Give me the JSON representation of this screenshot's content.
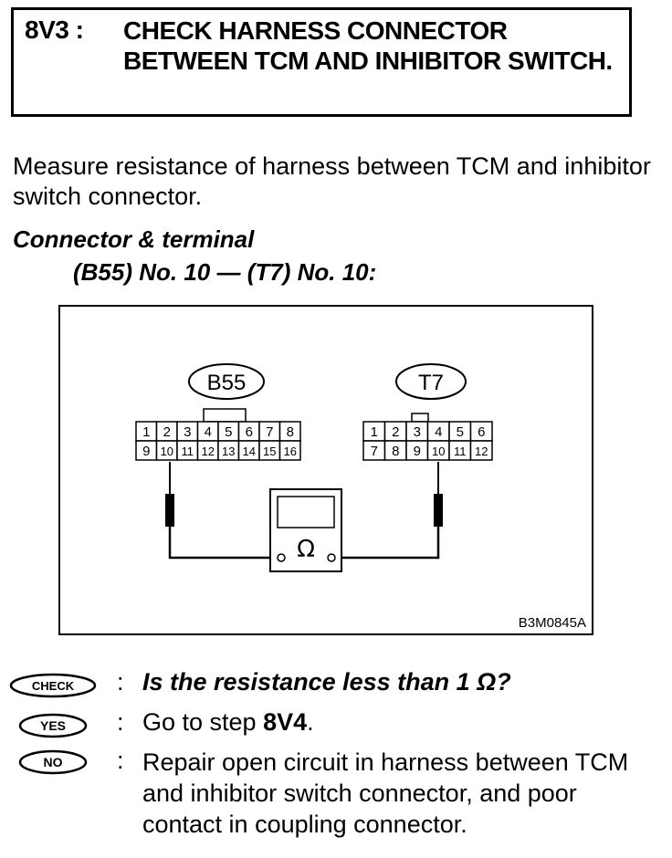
{
  "header": {
    "step_no": "8V3 :",
    "title": "CHECK HARNESS CONNECTOR BETWEEN TCM AND INHIBITOR SWITCH."
  },
  "intro": "Measure resistance of harness between TCM and inhibitor switch connector.",
  "connector": {
    "label": "Connector & terminal",
    "value": "(B55) No. 10 — (T7) No. 10:"
  },
  "diagram": {
    "left_connector": {
      "name": "B55",
      "row1": [
        "1",
        "2",
        "3",
        "4",
        "5",
        "6",
        "7",
        "8"
      ],
      "row2": [
        "9",
        "10",
        "11",
        "12",
        "13",
        "14",
        "15",
        "16"
      ]
    },
    "right_connector": {
      "name": "T7",
      "row1": [
        "1",
        "2",
        "3",
        "4",
        "5",
        "6"
      ],
      "row2": [
        "7",
        "8",
        "9",
        "10",
        "11",
        "12"
      ]
    },
    "meter_symbol": "Ω",
    "figure_code": "B3M0845A"
  },
  "qa": [
    {
      "badge": "CHECK",
      "colon": ":",
      "text": "Is the resistance less than 1 Ω?"
    },
    {
      "badge": "YES",
      "colon": ":",
      "text_before": "Go to step ",
      "step_ref": "8V4",
      "text_after": "."
    },
    {
      "badge": "NO",
      "colon": ":",
      "text": "Repair open circuit in harness between TCM and inhibitor switch connector, and poor contact in coupling connector."
    }
  ]
}
